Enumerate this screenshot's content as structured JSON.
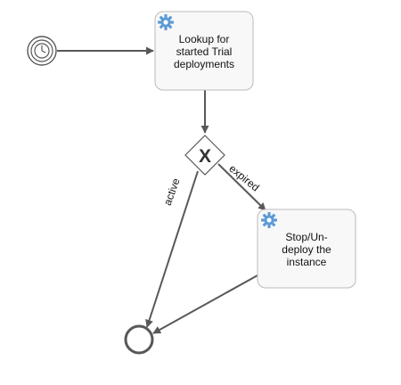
{
  "colors": {
    "edge": "#585858",
    "task_fill": "#f8f8f8",
    "task_stroke": "#bbbbbb",
    "gear": "#5d9bd6",
    "event_stroke": "#585858",
    "gateway_fill": "#ffffff",
    "gateway_stroke": "#585858"
  },
  "nodes": {
    "timer_start": {
      "icon": "clock-icon"
    },
    "task_lookup": {
      "label": "Lookup for\nstarted Trial\ndeployments",
      "icon": "gear-icon"
    },
    "gateway": {
      "marker": "X"
    },
    "task_stop": {
      "label": "Stop/Un-\ndeploy the\ninstance",
      "icon": "gear-icon"
    },
    "end_event": {}
  },
  "flows": {
    "active": {
      "label": "active"
    },
    "expired": {
      "label": "expired"
    }
  }
}
